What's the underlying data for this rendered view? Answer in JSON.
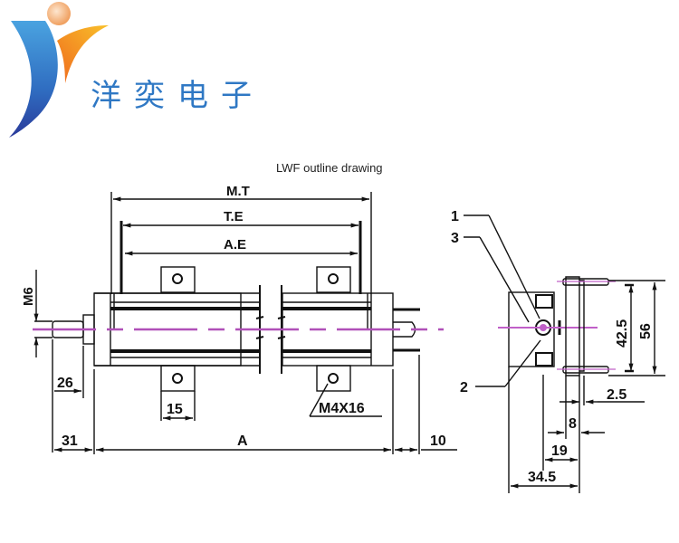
{
  "logo": {
    "brand_name": "洋奕电子",
    "colors": {
      "blue": "#2f78c4",
      "orange": "#f07a1e",
      "yellow": "#f9c02a",
      "navy": "#2a3a9a",
      "ball": "#f4b07a"
    }
  },
  "caption": "LWF outline drawing",
  "drawing": {
    "front_view": {
      "dimensions": {
        "mt": "M.T",
        "te": "T.E",
        "ae": "A.E",
        "m6": "M6",
        "d26": "26",
        "d15": "15",
        "screw": "M4X16",
        "d31": "31",
        "a": "A",
        "d10": "10"
      }
    },
    "side_view": {
      "callouts": {
        "c1": "1",
        "c3": "3",
        "c2": "2"
      },
      "dimensions": {
        "d42_5": "42.5",
        "d56": "56",
        "d2_5": "2.5",
        "d8": "8",
        "d19": "19",
        "d34_5": "34.5"
      }
    },
    "colors": {
      "line": "#111111",
      "centerline": "#b050b8"
    }
  }
}
